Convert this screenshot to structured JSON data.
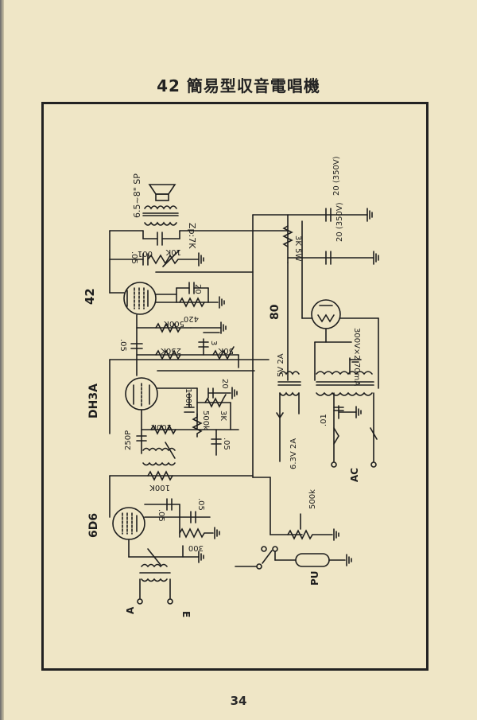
{
  "page": {
    "title": "42 簡易型収音電唱機",
    "page_number": "34"
  },
  "tubes": {
    "t42": "42",
    "t80": "80",
    "tdh3a": "DH3A",
    "t6d6": "6D6"
  },
  "labels": {
    "speaker": "6.5~8\" SP",
    "zp": "Zp:7K",
    "c_05_top": ".05",
    "c_001": "001",
    "r_10k": "10K",
    "c_20_top": "20",
    "r_420": "420",
    "r_500k_a": "500K",
    "c_05_mid": ".05",
    "r_250k": "250K",
    "c_3": "3",
    "r_50k": "50K",
    "c_100p": "100P",
    "c_20_mid": "20",
    "r_100k_a": "100K",
    "r_500k_b": "500k",
    "r_3k_mid": "3K",
    "c_250p": "250P",
    "c_05_dh": ".05",
    "r_100k_b": "100K",
    "c_05_6d6": ".05",
    "c_05_6d6b": ".05",
    "r_300": "300",
    "ps_c1": "20 (350V)",
    "ps_r": "3K 5W",
    "ps_c2": "20 (350V)",
    "trans_5v": "5V 2A",
    "trans_hv": "300V×2 70mA",
    "trans_63v": "6.3V 2A",
    "c_01": ".01",
    "ac": "AC",
    "vol_500k": "500k",
    "pu": "PU",
    "ant_a": "A",
    "ant_e": "E"
  }
}
